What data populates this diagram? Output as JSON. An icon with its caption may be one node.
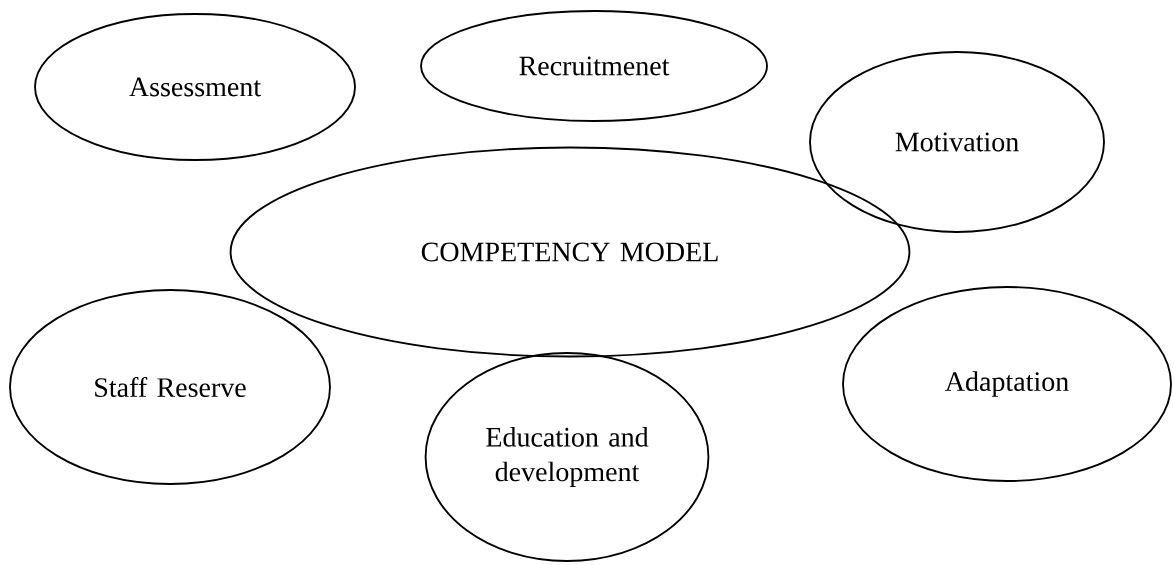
{
  "diagram": {
    "nodes": [
      {
        "text": [
          "Recruitmenet"
        ]
      },
      {
        "text": [
          "Assessment"
        ]
      },
      {
        "text": [
          "Motivation"
        ]
      },
      {
        "text": [
          "COMPETENCY MODEL"
        ]
      },
      {
        "text": [
          "Adaptation"
        ]
      },
      {
        "text": [
          "Staff Reserve"
        ]
      },
      {
        "text": [
          "Education and development"
        ]
      }
    ]
  }
}
